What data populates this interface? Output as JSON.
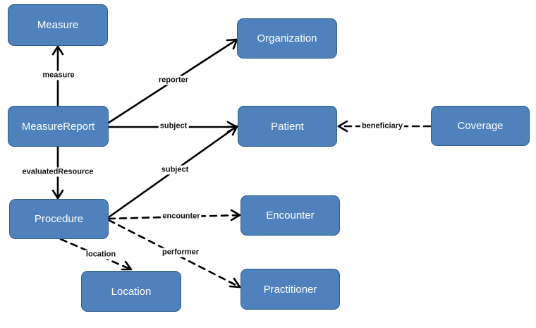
{
  "colors": {
    "node_fill": "#4f81bd",
    "node_border": "#2f5d8c",
    "node_text": "#ffffff",
    "edge": "#000000"
  },
  "nodes": {
    "measure": "Measure",
    "measure_report": "MeasureReport",
    "procedure": "Procedure",
    "location": "Location",
    "organization": "Organization",
    "patient": "Patient",
    "encounter": "Encounter",
    "practitioner": "Practitioner",
    "coverage": "Coverage"
  },
  "edges": {
    "measure": "measure",
    "reporter": "reporter",
    "subject_report": "subject",
    "subject_procedure": "subject",
    "evaluated_resource": "evaluatedResource",
    "encounter": "encounter",
    "performer": "performer",
    "location": "location",
    "beneficiary": "beneficiary"
  },
  "edge_styles": {
    "measure": "solid",
    "reporter": "solid",
    "subject_report": "solid",
    "subject_procedure": "solid",
    "evaluated_resource": "solid",
    "encounter": "dashed",
    "performer": "dashed",
    "location": "dashed",
    "beneficiary": "dashed"
  }
}
